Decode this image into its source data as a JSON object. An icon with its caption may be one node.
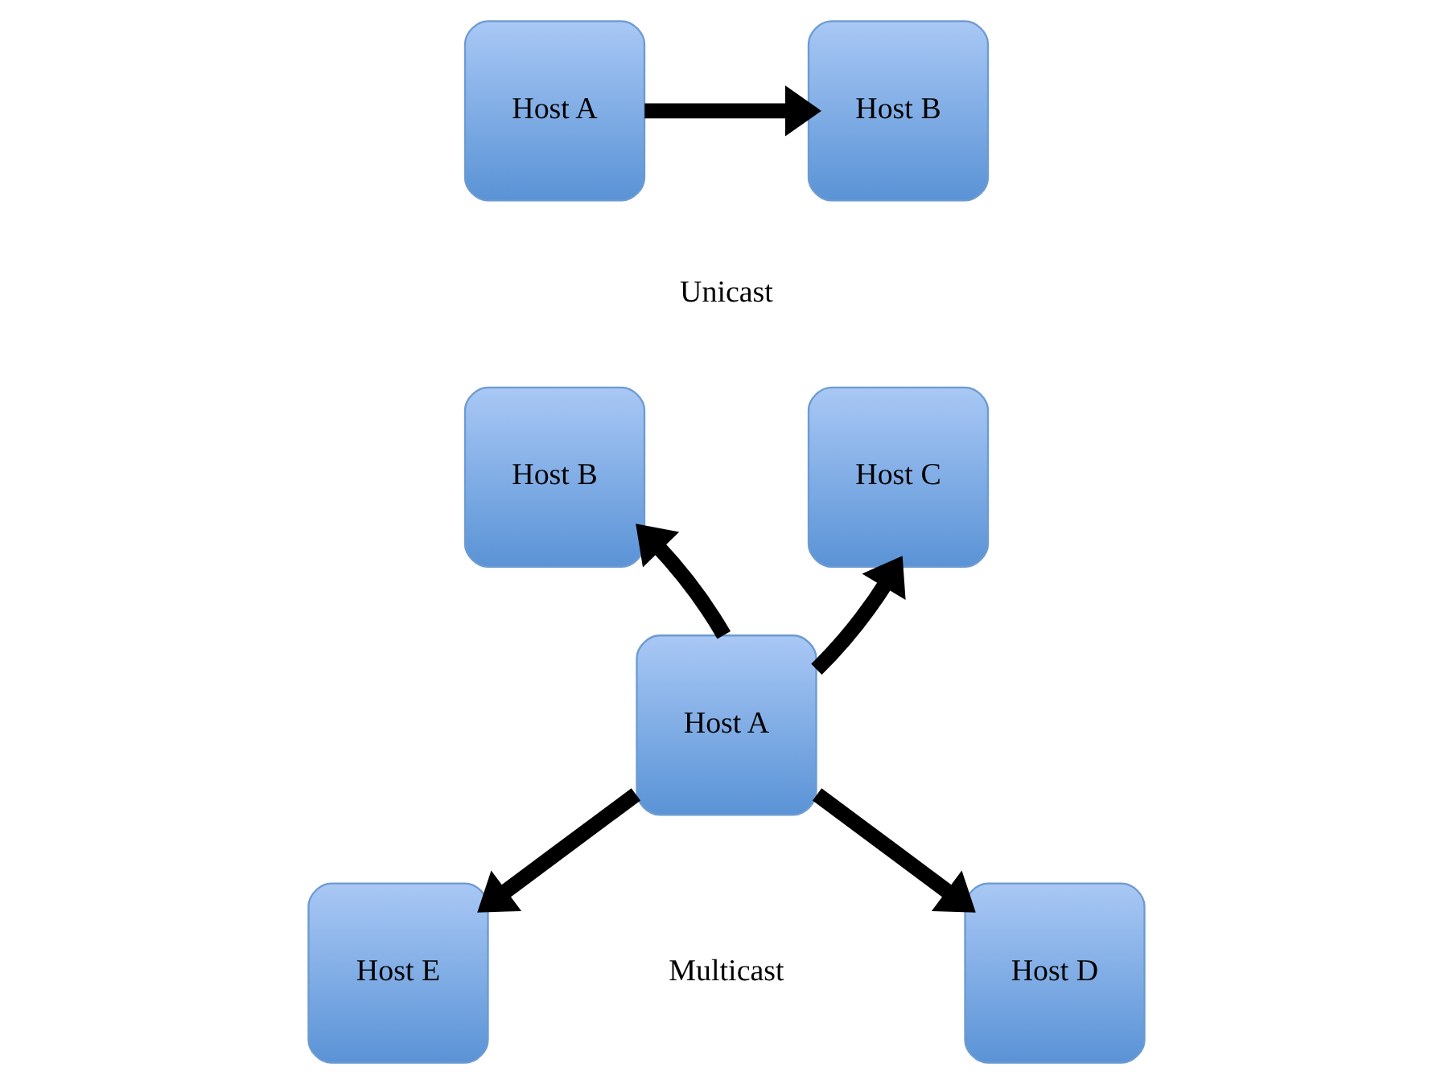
{
  "diagram": {
    "nodes": [
      {
        "text": [
          "Host A"
        ]
      },
      {
        "text": [
          "Host B"
        ]
      },
      {
        "text": [
          "Host B"
        ]
      },
      {
        "text": [
          "Host C"
        ]
      },
      {
        "text": [
          "Host A"
        ]
      },
      {
        "text": [
          "Host E"
        ]
      },
      {
        "text": [
          "Host D"
        ]
      }
    ],
    "edges": [
      {
        "from": 0,
        "to": 1,
        "arrow": "to"
      },
      {
        "from": 4,
        "to": 2,
        "arrow": "to"
      },
      {
        "from": 4,
        "to": 3,
        "arrow": "to"
      },
      {
        "from": 4,
        "to": 5,
        "arrow": "to"
      },
      {
        "from": 4,
        "to": 6,
        "arrow": "to"
      }
    ],
    "labels": [
      "Unicast",
      "Multicast"
    ]
  }
}
